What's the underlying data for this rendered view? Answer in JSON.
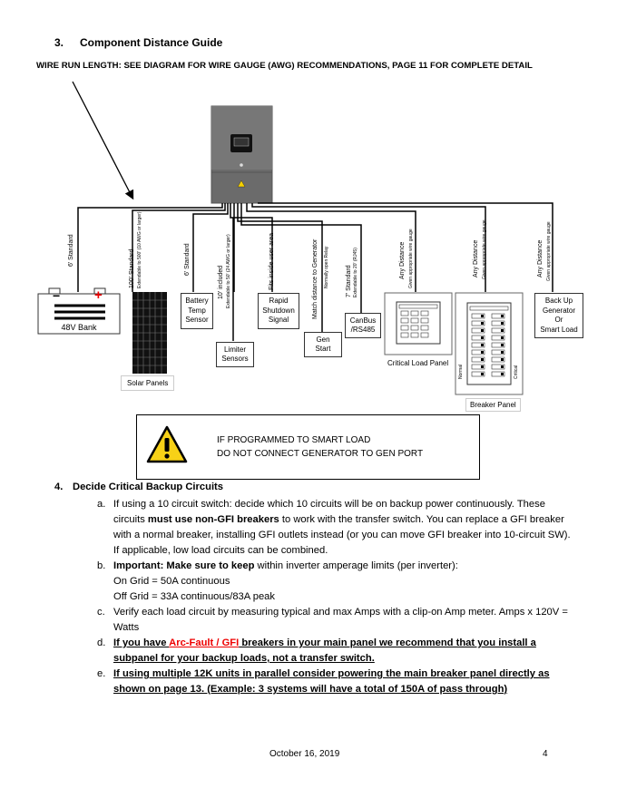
{
  "section3": {
    "number": "3.",
    "title": "Component Distance Guide"
  },
  "wire_note": "WIRE RUN LENGTH:  SEE DIAGRAM FOR WIRE GAUGE (AWG) RECOMMENDATIONS, PAGE 11 FOR COMPLETE DETAIL",
  "diagram": {
    "wire_labels": {
      "battery": "6' Standard",
      "solar_main": "100' Standard",
      "solar_sub": "Extendable to 500' (10 AWG or larger)",
      "temp": "6' Standard",
      "limiter_main": "10' included",
      "limiter_sub": "Extendable to 50' (24 AWG or larger)",
      "rapid": "Fits inside user area",
      "gen_main": "Match distance to Generator",
      "gen_sub": "Normally open Relay",
      "canbus_main": "7' Standard",
      "canbus_sub": "Extendable to 20' (RJ45)",
      "critical_main": "Any Distance",
      "critical_sub": "Given appropriate wire gauge",
      "breaker_main": "Any Distance",
      "breaker_sub": "Given appropriate wire gauge",
      "backup_main": "Any Distance",
      "backup_sub": "Given appropriate wire gauge"
    },
    "battery": {
      "minus": "−",
      "plus": "+",
      "label": "48V Bank"
    },
    "solar_label": "Solar Panels",
    "temp_sensor": [
      "Battery",
      "Temp",
      "Sensor"
    ],
    "limiter": [
      "Limiter",
      "Sensors"
    ],
    "rapid": [
      "Rapid",
      "Shutdown",
      "Signal"
    ],
    "gen_start": [
      "Gen",
      "Start"
    ],
    "canbus": [
      "CanBus",
      "/RS485"
    ],
    "critical_label": "Critical Load Panel",
    "breaker_label": "Breaker Panel",
    "backup_gen": [
      "Back Up",
      "Generator",
      "Or",
      "Smart Load"
    ],
    "breaker_side_left": "Normal",
    "breaker_side_right": "Critical"
  },
  "warning": {
    "icon": "warning-triangle-icon",
    "line1": "IF PROGRAMMED TO SMART LOAD",
    "line2": "DO NOT CONNECT GENERATOR TO GEN PORT"
  },
  "section4": {
    "number": "4.",
    "title": "Decide Critical Backup Circuits"
  },
  "items": {
    "a": {
      "letter": "a.",
      "t1": "If using a 10 circuit switch: decide which 10 circuits will be on backup power continuously. These circuits ",
      "bold": "must use non-GFI breakers",
      "t2": " to work with the transfer switch. You can replace a GFI breaker with a normal breaker, installing GFI outlets instead (or you can move GFI breaker into 10-circuit SW). If applicable, low load circuits can be combined."
    },
    "b": {
      "letter": "b.",
      "bold": "Important:  Make sure to keep",
      "t1": " within inverter amperage limits (per inverter):",
      "line2": "On Grid = 50A continuous",
      "line3": "Off Grid = 33A continuous/83A peak"
    },
    "c": {
      "letter": "c.",
      "text": "Verify each load circuit by measuring typical and max Amps with a clip-on Amp meter. Amps x 120V = Watts"
    },
    "d": {
      "letter": "d.",
      "t1": "If you have ",
      "red": "Arc-Fault / GFI",
      "t2": " breakers in your main panel we recommend that you install a subpanel for your backup loads, not a transfer switch."
    },
    "e": {
      "letter": "e.",
      "text": "If using multiple 12K units in parallel consider powering the main breaker panel directly as shown on page 13. (Example: 3 systems will have a total of 150A of pass through)"
    }
  },
  "footer": {
    "date": "October 16, 2019",
    "page": "4"
  }
}
